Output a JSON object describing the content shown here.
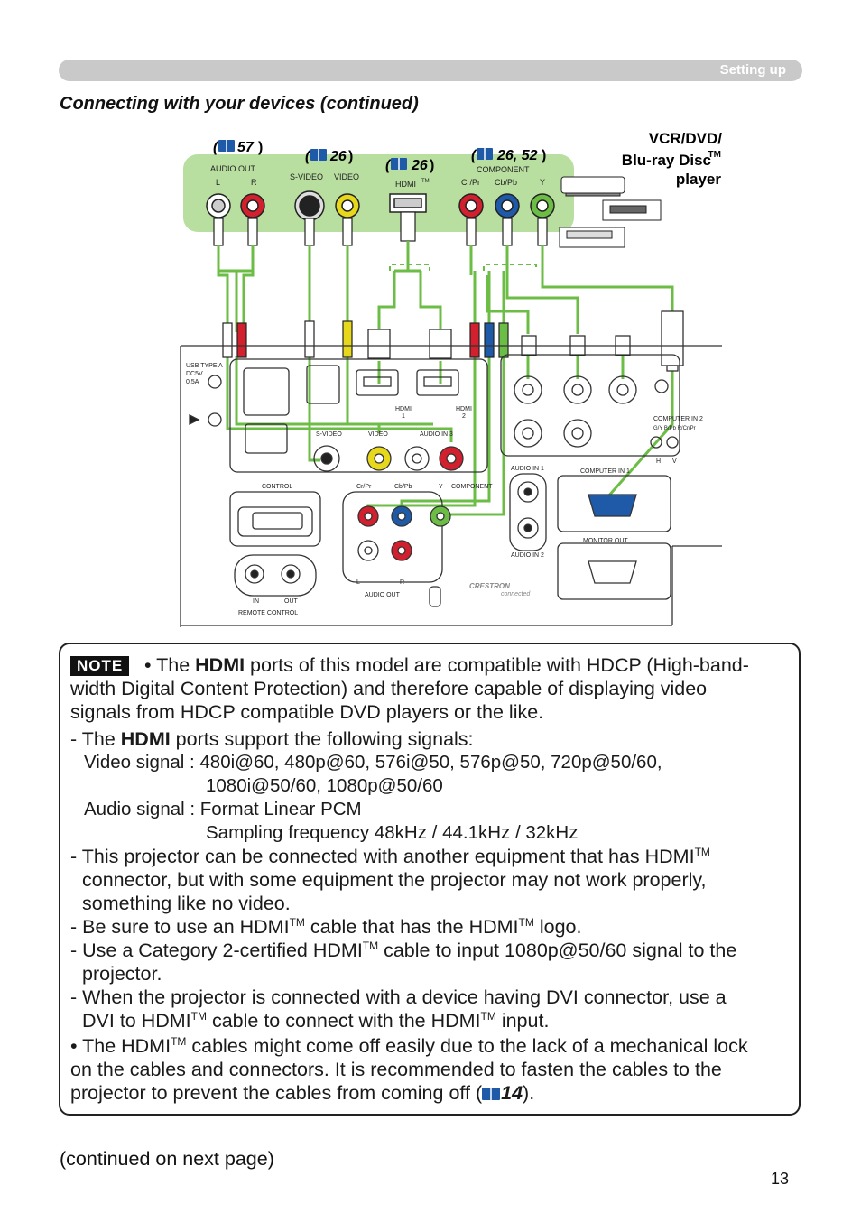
{
  "header": {
    "section_label": "Setting up"
  },
  "title": "Connecting with your devices (continued)",
  "diagram": {
    "refs": {
      "audio": "57",
      "svideo": "26",
      "hdmi": "26",
      "component": "26, 52",
      "note_ref": "14"
    },
    "device_label_line1": "VCR/DVD/",
    "device_label_line2": "Blu-ray Disc",
    "device_label_tm": "TM",
    "device_label_line3": "player",
    "source_labels": {
      "audio_out": "AUDIO OUT",
      "l": "L",
      "r": "R",
      "svideo": "S-VIDEO",
      "video": "VIDEO",
      "hdmi": "HDMI",
      "tm": "TM",
      "component": "COMPONENT",
      "crpr": "Cr/Pr",
      "cbpb": "Cb/Pb",
      "y": "Y"
    },
    "panel_labels": {
      "usb": "USB TYPE A",
      "dc": "DC5V",
      "amp": "0.5A",
      "hdmi1": "HDMI",
      "hdmi1n": "1",
      "hdmi2": "HDMI",
      "hdmi2n": "2",
      "svideo": "S-VIDEO",
      "video": "VIDEO",
      "audio_in3": "AUDIO IN 3",
      "control": "CONTROL",
      "crpr": "Cr/Pr",
      "cbpb": "Cb/Pb",
      "y": "Y",
      "component": "COMPONENT",
      "audio_in1": "AUDIO IN 1",
      "audio_in2": "AUDIO IN 2",
      "computer_in1": "COMPUTER IN 1",
      "computer_in2": "COMPUTER IN 2",
      "cin2_sub": "G/Y  B/Pb  R/Cr/Pr",
      "h": "H",
      "v": "V",
      "monitor_out": "MONITOR OUT",
      "audio_out": "AUDIO OUT",
      "l": "L",
      "r": "R",
      "in": "IN",
      "out": "OUT",
      "remote_control": "REMOTE CONTROL",
      "crestron": "CRESTRON",
      "connected": "connected"
    }
  },
  "note": {
    "badge": "NOTE",
    "p1_a": "• The ",
    "p1_b": "HDMI",
    "p1_c": " ports of this model are compatible with HDCP (High-band-",
    "p1_l2": "width Digital Content Protection) and therefore capable of displaying video",
    "p1_l3": "signals from HDCP compatible DVD players or the like.",
    "p2_a": "- The ",
    "p2_b": "HDMI",
    "p2_c": " ports support the following signals:",
    "video_line1": "Video signal : 480i@60, 480p@60, 576i@50, 576p@50, 720p@50/60,",
    "video_line2": "1080i@50/60, 1080p@50/60",
    "audio_line1": "Audio signal : Format Linear PCM",
    "audio_line2": "Sampling frequency 48kHz / 44.1kHz / 32kHz",
    "p3_l1": "- This projector can be connected with another equipment that has HDMI",
    "tm": "TM",
    "p3_l2": "connector, but with some equipment the projector may not work properly,",
    "p3_l3": "something like no video.",
    "p4_a": "- Be sure to use an HDMI",
    "p4_b": " cable that has the HDMI",
    "p4_c": " logo.",
    "p5_a": "- Use a Category 2-certified HDMI",
    "p5_b": " cable to input 1080p@50/60 signal to the",
    "p5_l2": "projector.",
    "p6_l1": "- When the projector is connected with a device having DVI connector, use a",
    "p6_a": "DVI to HDMI",
    "p6_b": " cable to connect with the HDMI",
    "p6_c": " input.",
    "p7_a": "• The HDMI",
    "p7_b": " cables might come off easily due to the lack of a mechanical lock",
    "p7_l2": "on the cables and connectors. It is recommended to fasten the cables to the",
    "p7_l3a": "projector to prevent the cables from coming off (",
    "p7_l3b": ")."
  },
  "footer": {
    "continued": "(continued on next page)",
    "page_number": "13"
  },
  "colors": {
    "green": "#6cbd45",
    "panel_green": "#b8dea0",
    "red": "#d3202e",
    "yellow": "#e8d81c",
    "blue": "#1e5aa8"
  }
}
